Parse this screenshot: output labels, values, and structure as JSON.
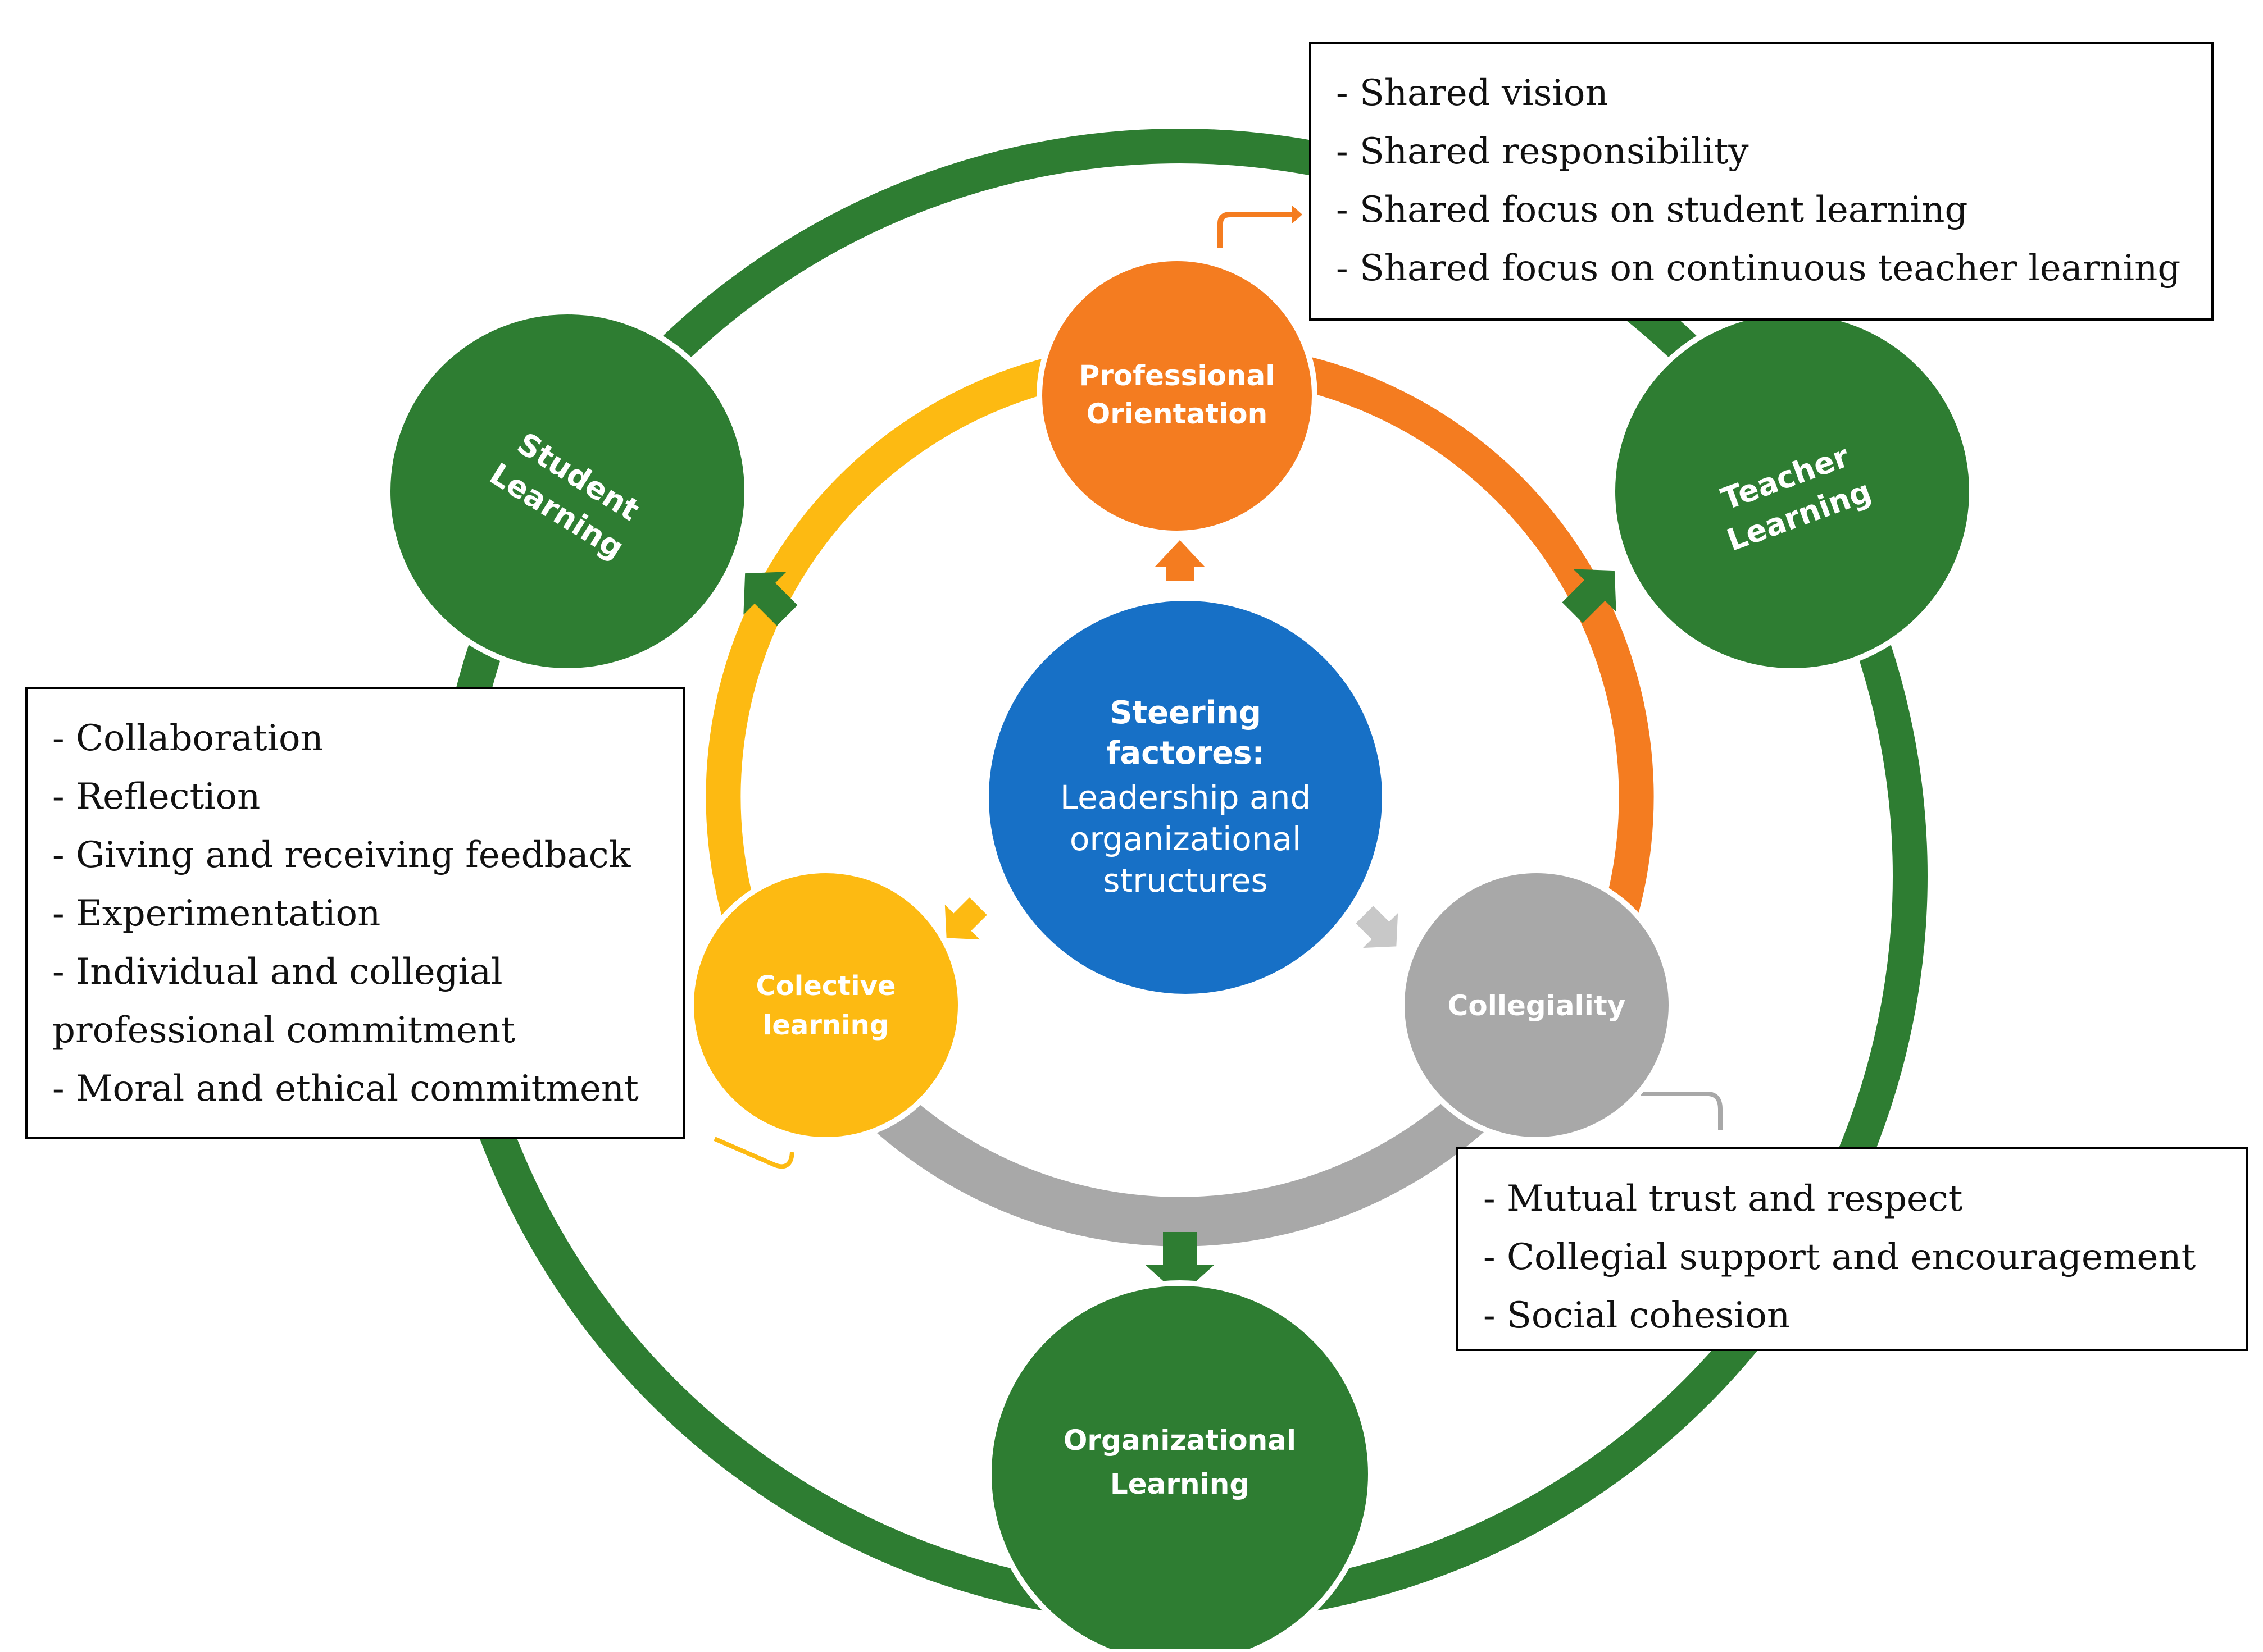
{
  "colors": {
    "green": "#2E7D32",
    "orange": "#F47C20",
    "yellow": "#FDBA12",
    "gray": "#A8A8A8",
    "blue": "#1770C6",
    "border": "#000000"
  },
  "nodes": {
    "center": {
      "line1": "Steering",
      "line2": "factores:",
      "line3": "Leadership and",
      "line4": "organizational",
      "line5": "structures"
    },
    "professional_orientation": {
      "line1": "Professional",
      "line2": "Orientation"
    },
    "collective_learning": {
      "line1": "Colective",
      "line2": "learning"
    },
    "collegiality": {
      "line1": "Collegiality"
    },
    "student_learning": {
      "line1": "Student",
      "line2": "Learning"
    },
    "teacher_learning": {
      "line1": "Teacher",
      "line2": "Learning"
    },
    "organizational_learning": {
      "line1": "Organizational",
      "line2": "Learning"
    }
  },
  "callouts": {
    "professional_orientation": {
      "items": [
        "- Shared vision",
        "- Shared responsibility",
        "- Shared focus on student learning",
        "- Shared focus on continuous teacher learning"
      ]
    },
    "collective_learning": {
      "items": [
        "- Collaboration",
        "- Reflection",
        "- Giving and receiving feedback",
        "- Experimentation",
        "- Individual and collegial",
        "professional commitment",
        "- Moral and ethical commitment"
      ]
    },
    "collegiality": {
      "items": [
        "- Mutual trust and respect",
        "- Collegial support and encouragement",
        "- Social cohesion"
      ]
    }
  }
}
